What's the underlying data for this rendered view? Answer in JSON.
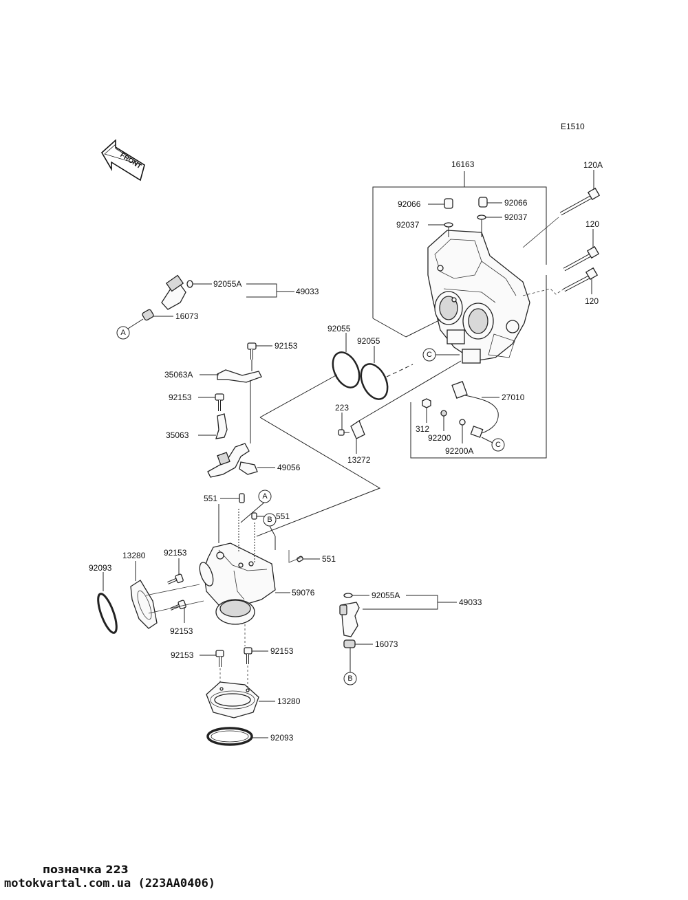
{
  "diagram_code": "E1510",
  "front_label": "FRONT",
  "callouts": {
    "A": "A",
    "B": "B",
    "C": "C"
  },
  "labels": {
    "p16163": "16163",
    "p120A": "120A",
    "p120_top": "120",
    "p120_bot": "120",
    "p92066_l": "92066",
    "p92066_r": "92066",
    "p92037_l": "92037",
    "p92037_r": "92037",
    "p92055A_top": "92055A",
    "p49033_top": "49033",
    "p16073_top": "16073",
    "p92055_a": "92055",
    "p92055_b": "92055",
    "p92153_a": "92153",
    "p35063A": "35063A",
    "p92153_b": "92153",
    "p35063": "35063",
    "p223": "223",
    "p13272": "13272",
    "p27010": "27010",
    "p312": "312",
    "p92200": "92200",
    "p92200A": "92200A",
    "p49056": "49056",
    "p551_a": "551",
    "p551_b": "551",
    "p551_c": "551",
    "p13280_top": "13280",
    "p92153_c": "92153",
    "p92093_l": "92093",
    "p59076": "59076",
    "p92153_d": "92153",
    "p92055A_bot": "92055A",
    "p49033_bot": "49033",
    "p16073_bot": "16073",
    "p92153_e": "92153",
    "p92153_f": "92153",
    "p13280_bot": "13280",
    "p92093_bot": "92093"
  },
  "footer": {
    "line1": "позначка 223",
    "line2": "motokvartal.com.ua (223AA0406)"
  }
}
